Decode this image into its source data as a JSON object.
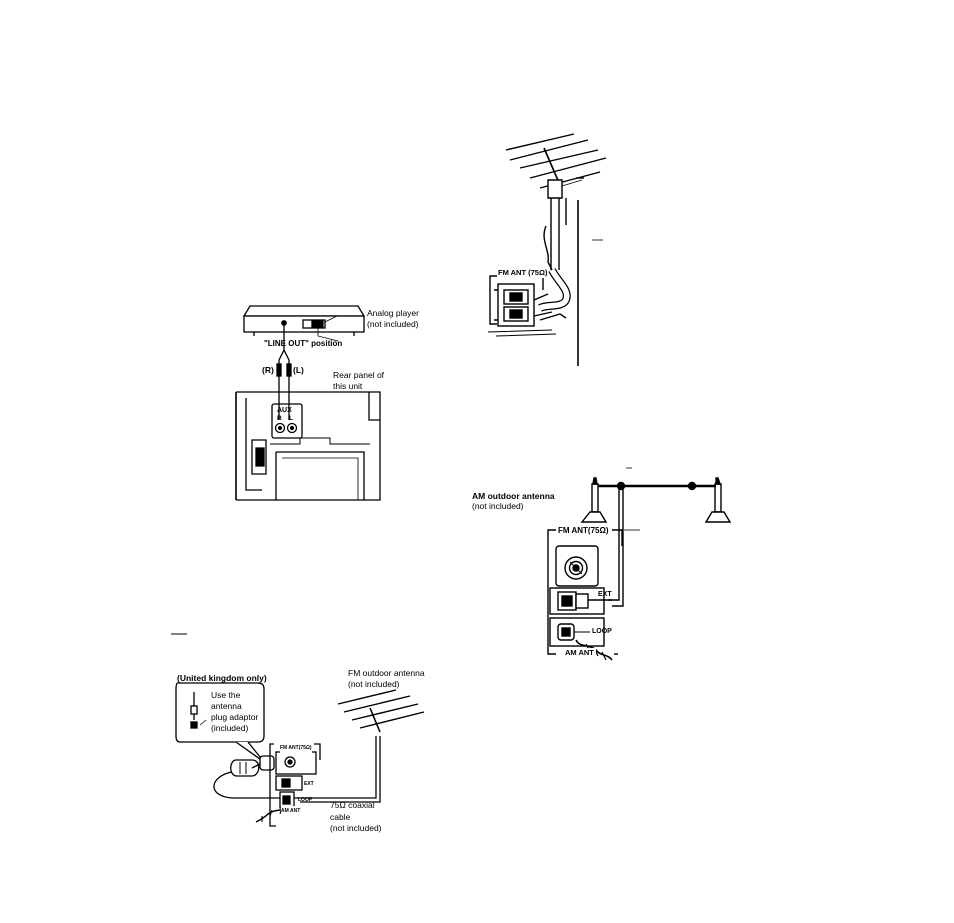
{
  "aux_figure": {
    "player_label_1": "Analog player",
    "player_label_2": "(not included)",
    "line_out": "\"LINE  OUT\"  position",
    "plug_r": "(R)",
    "plug_l": "(L)",
    "rear_panel_1": "Rear panel of",
    "rear_panel_2": "this unit",
    "aux_label": "AUX",
    "aux_r": "R",
    "aux_l": "L"
  },
  "fm_indoor_figure": {
    "fm_ant": "FM ANT (75Ω)"
  },
  "am_figure": {
    "title": "AM outdoor antenna",
    "note": "(not included)",
    "fm_ant": "FM ANT(75Ω)",
    "ext": "EXT",
    "loop": "LOOP",
    "am_ant": "AM ANT"
  },
  "uk_figure": {
    "uk_title": "(United kingdom only)",
    "adaptor_1": "Use the",
    "adaptor_2": "antenna",
    "adaptor_3": "plug adaptor",
    "adaptor_4": "(included)",
    "fm_outdoor_1": "FM outdoor antenna",
    "fm_outdoor_2": "(not included)",
    "fm_ant_small": "FM ANT(75Ω)",
    "ext_small": "EXT",
    "loop_small": "LOOP",
    "am_ant_small": "AM ANT",
    "coax_1": "75Ω coaxial",
    "coax_2": "cable",
    "coax_3": "(not included)"
  }
}
